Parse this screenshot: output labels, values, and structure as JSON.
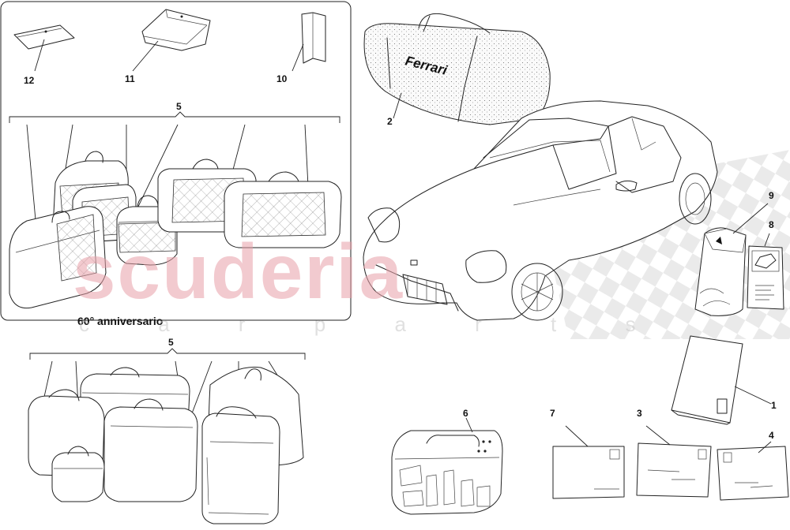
{
  "diagram": {
    "callouts": {
      "n1": "1",
      "n2": "2",
      "n3": "3",
      "n4": "4",
      "n5a": "5",
      "n5b": "5",
      "n6": "6",
      "n7": "7",
      "n8": "8",
      "n9": "9",
      "n10": "10",
      "n11": "11",
      "n12": "12"
    },
    "anniversary_label": "60° anniversario",
    "bag_logo_text": "Ferrari"
  },
  "watermark": {
    "main": "scuderia",
    "sub": "c a r   p a r t s",
    "color": "#e8a0a8"
  },
  "colors": {
    "line": "#222222",
    "background": "#ffffff",
    "checker": "#dcdcdc"
  }
}
